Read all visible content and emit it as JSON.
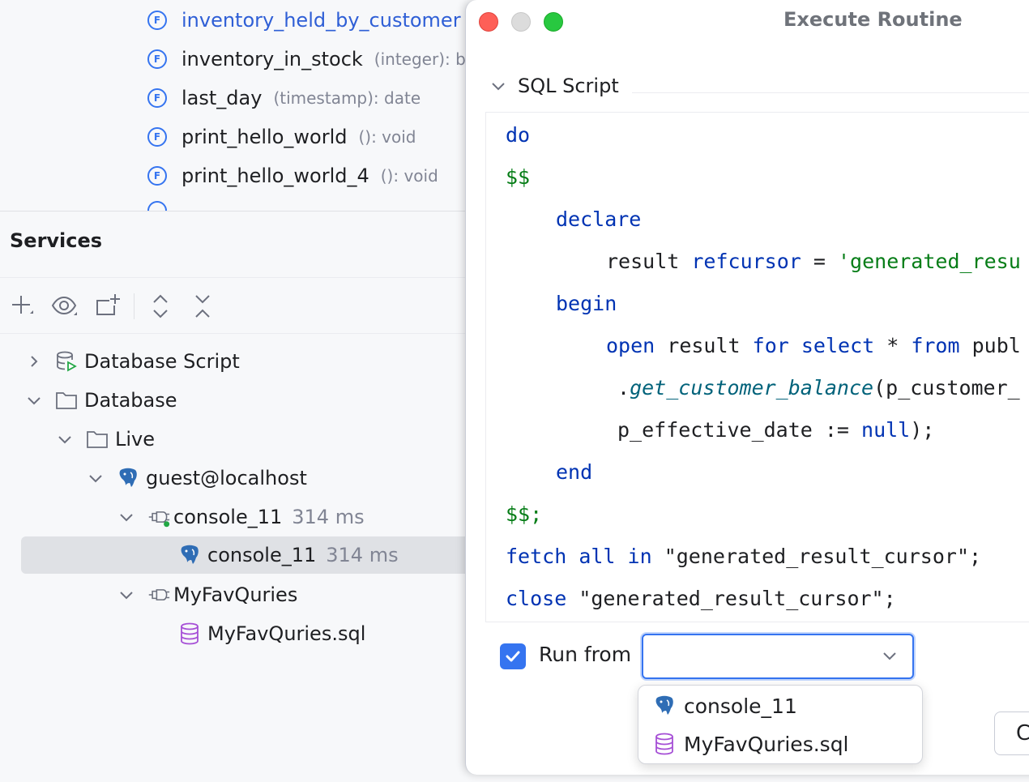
{
  "functions": [
    {
      "name": "inventory_held_by_customer",
      "sig": "",
      "badge": "F"
    },
    {
      "name": "inventory_in_stock",
      "sig": "(integer): b",
      "badge": "F"
    },
    {
      "name": "last_day",
      "sig": "(timestamp): date",
      "badge": "F"
    },
    {
      "name": "print_hello_world",
      "sig": "(): void",
      "badge": "F"
    },
    {
      "name": "print_hello_world_4",
      "sig": "(): void",
      "badge": "F"
    }
  ],
  "services": {
    "title": "Services",
    "toolbar_icons": [
      "add-icon",
      "eye-icon",
      "new-tab-icon",
      "expand-all-icon",
      "collapse-all-icon"
    ],
    "tree": [
      {
        "label": "Database Script",
        "dim": "",
        "icon": "database-script-icon"
      },
      {
        "label": "Database",
        "dim": "",
        "icon": "folder-icon"
      },
      {
        "label": "Live",
        "dim": "",
        "icon": "folder-icon"
      },
      {
        "label": "guest@localhost",
        "dim": "",
        "icon": "postgresql-icon"
      },
      {
        "label": "console_11",
        "dim": "314 ms",
        "icon": "console-connected-icon"
      },
      {
        "label": "console_11",
        "dim": "314 ms",
        "icon": "postgresql-icon"
      },
      {
        "label": "MyFavQuries",
        "dim": "",
        "icon": "console-icon"
      },
      {
        "label": "MyFavQuries.sql",
        "dim": "",
        "icon": "sql-file-icon"
      }
    ]
  },
  "dialog": {
    "title": "Execute Routine",
    "section": "SQL Script",
    "code": {
      "l1": "do",
      "l2": "$$",
      "l3_kw": "declare",
      "l4_a": "result ",
      "l4_kw": "refcursor",
      "l4_b": " = ",
      "l4_str": "'generated_resu",
      "l5_kw": "begin",
      "l6_kw1": "open",
      "l6_a": " result ",
      "l6_kw2": "for",
      "l6_b": " ",
      "l6_kw3": "select",
      "l6_c": " * ",
      "l6_kw4": "from",
      "l6_d": " publ",
      "l7_a": ".",
      "l7_fn": "get_customer_balance",
      "l7_b": "(p_customer_",
      "l8_a": "p_effective_date := ",
      "l8_kw": "null",
      "l8_b": ");",
      "l9_kw": "end",
      "l10": "$$;",
      "l11_kw1": "fetch",
      "l11_a": " ",
      "l11_kw2": "all",
      "l11_b": " ",
      "l11_kw3": "in",
      "l11_c": " \"generated_result_cursor\";",
      "l12_kw": "close",
      "l12_a": " \"generated_result_cursor\";"
    },
    "run_from_label": "Run from",
    "run_from_checked": true,
    "combo_value": "",
    "options": [
      {
        "label": "console_11",
        "icon": "postgresql-icon"
      },
      {
        "label": "MyFavQuries.sql",
        "icon": "sql-file-icon"
      }
    ],
    "cut_button_label": "C"
  },
  "colors": {
    "accent": "#3574f0",
    "keyword": "#0033b3",
    "string": "#067d17",
    "function": "#00627a",
    "traffic_red": "#fe5f57",
    "traffic_green": "#28c840"
  }
}
